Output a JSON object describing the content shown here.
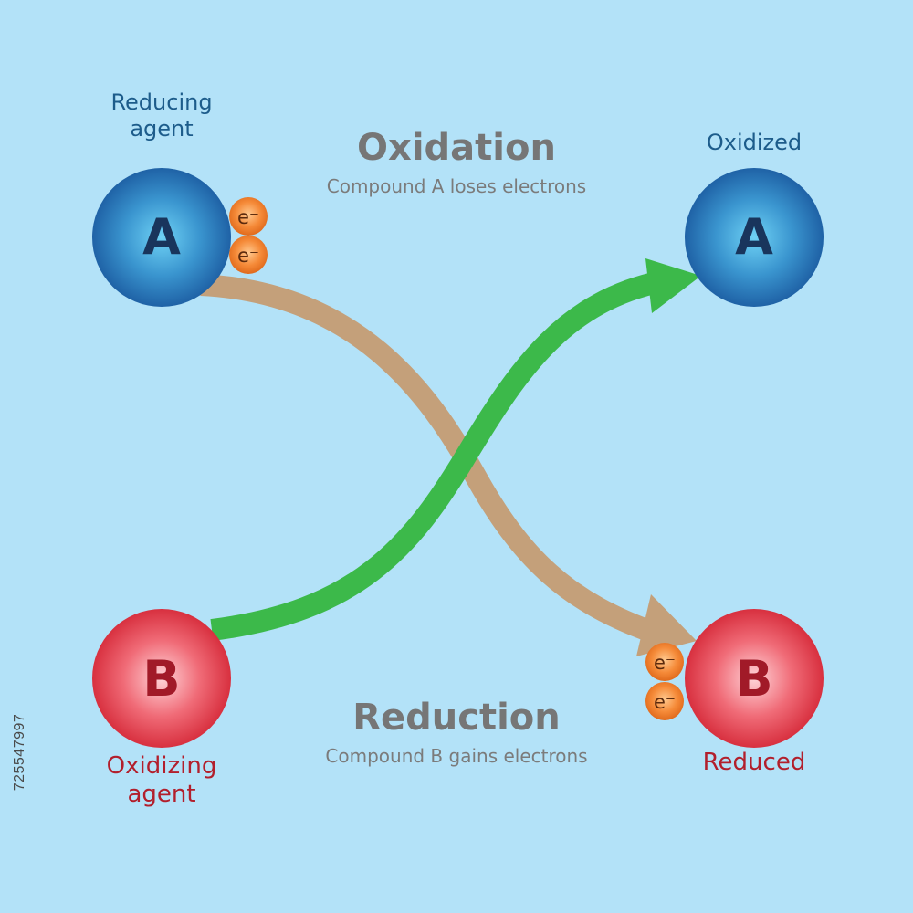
{
  "colors": {
    "background": "#b3e2f8",
    "compound_a": "#2a78b8",
    "compound_b": "#e4404d",
    "electron": "#f08030",
    "oxidation_arrow": "#c4a07a",
    "reduction_arrow": "#3cb94a",
    "blue_text": "#1d5c8b",
    "red_text": "#b21f2c",
    "heading_text": "#767676"
  },
  "oxidation": {
    "title": "Oxidation",
    "subtitle": "Compound A loses electrons"
  },
  "reduction": {
    "title": "Reduction",
    "subtitle": "Compound B gains electrons"
  },
  "compounds": {
    "reducing_agent": {
      "letter": "A",
      "label_line1": "Reducing",
      "label_line2": "agent"
    },
    "oxidized": {
      "letter": "A",
      "label": "Oxidized"
    },
    "oxidizing_agent": {
      "letter": "B",
      "label_line1": "Oxidizing",
      "label_line2": "agent"
    },
    "reduced": {
      "letter": "B",
      "label": "Reduced"
    }
  },
  "electron_symbol": "e⁻",
  "stock_id": "725547997"
}
